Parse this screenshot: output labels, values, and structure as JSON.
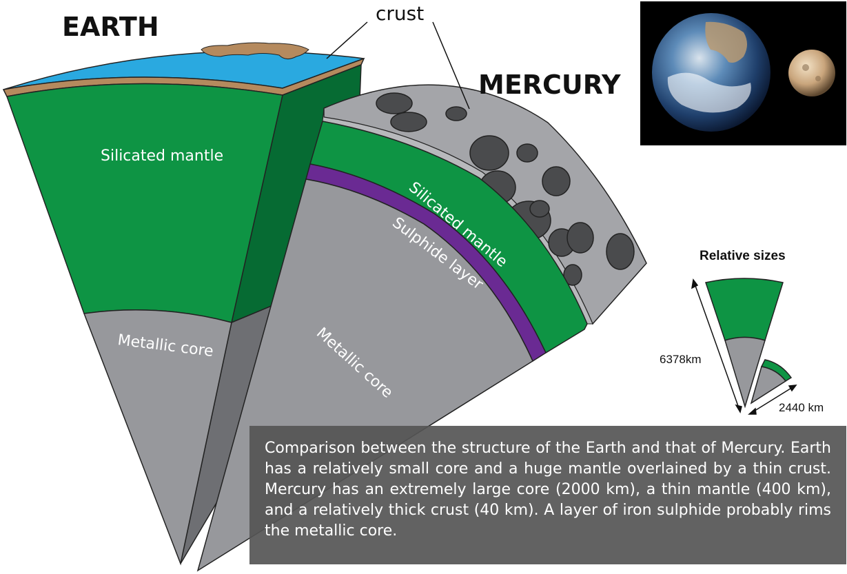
{
  "labels": {
    "earth_title": "EARTH",
    "mercury_title": "MERCURY",
    "crust": "crust",
    "earth_mantle": "Silicated mantle",
    "earth_core": "Metallic core",
    "mercury_mantle": "Silicated mantle",
    "mercury_sulphide": "Sulphide layer",
    "mercury_core": "Metallic core"
  },
  "relative_sizes": {
    "title": "Relative sizes",
    "earth_radius": "6378km",
    "mercury_radius": "2440 km"
  },
  "caption": "Comparison between the structure of the Earth and that of Mercury. Earth has a relatively small core and a huge mantle overlained by a thin crust. Mercury has an extremely large core (2000 km), a thin mantle (400 km), and a relatively thick crust (40 km). A layer of iron sulphide probably rims the metallic core.",
  "colors": {
    "mantle": "#0e9444",
    "mantle_side": "#066b33",
    "core": "#97989c",
    "core_side": "#6e6f73",
    "crust_mercury": "#a4a5a9",
    "sulphide": "#6a2a93",
    "ocean": "#2aa9e0",
    "land": "#b58a5e",
    "crater": "#4a4b4d"
  }
}
